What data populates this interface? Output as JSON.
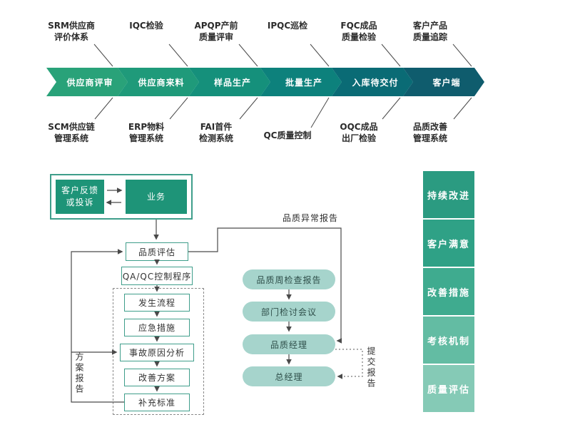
{
  "process_flow": {
    "top_labels": [
      "SRM供应商\n评价体系",
      "IQC检验",
      "APQP产前\n质量评审",
      "IPQC巡检",
      "FQC成品\n质量检验",
      "客户产品\n质量追踪"
    ],
    "stages": [
      {
        "label": "供应商评审",
        "color": "#29a279"
      },
      {
        "label": "供应商来料",
        "color": "#1f9a7a"
      },
      {
        "label": "样品生产",
        "color": "#15907b"
      },
      {
        "label": "批量生产",
        "color": "#0d817c"
      },
      {
        "label": "入库待交付",
        "color": "#0a6b75"
      },
      {
        "label": "客户端",
        "color": "#0f5c6d"
      }
    ],
    "bottom_labels": [
      "SCM供应链\n管理系统",
      "ERP物料\n管理系统",
      "FAI首件\n检测系统",
      "QC质量控制",
      "OQC成品\n出厂检验",
      "品质改善\n管理系统"
    ]
  },
  "flowchart": {
    "customer_feedback": "客户反馈\n或投诉",
    "business": "业务",
    "quality_evaluation": "品质评估",
    "qaqc_procedure": "QA/QC控制程序",
    "dashed_steps": [
      "发生流程",
      "应急措施",
      "事故原因分析",
      "改善方案",
      "补充标准"
    ],
    "plan_report_label": "方案报告",
    "abnormal_report_label": "品质异常报告",
    "review_steps": [
      "品质周检查报告",
      "部门检讨会议",
      "品质经理",
      "总经理"
    ],
    "submit_report_label": "提交报告"
  },
  "right_column": [
    {
      "label": "持续改进",
      "color": "#2b9b81"
    },
    {
      "label": "客户满意",
      "color": "#2fa186"
    },
    {
      "label": "改善措施",
      "color": "#3fab8f"
    },
    {
      "label": "考核机制",
      "color": "#63bca3"
    },
    {
      "label": "质量评估",
      "color": "#85cab6"
    }
  ]
}
